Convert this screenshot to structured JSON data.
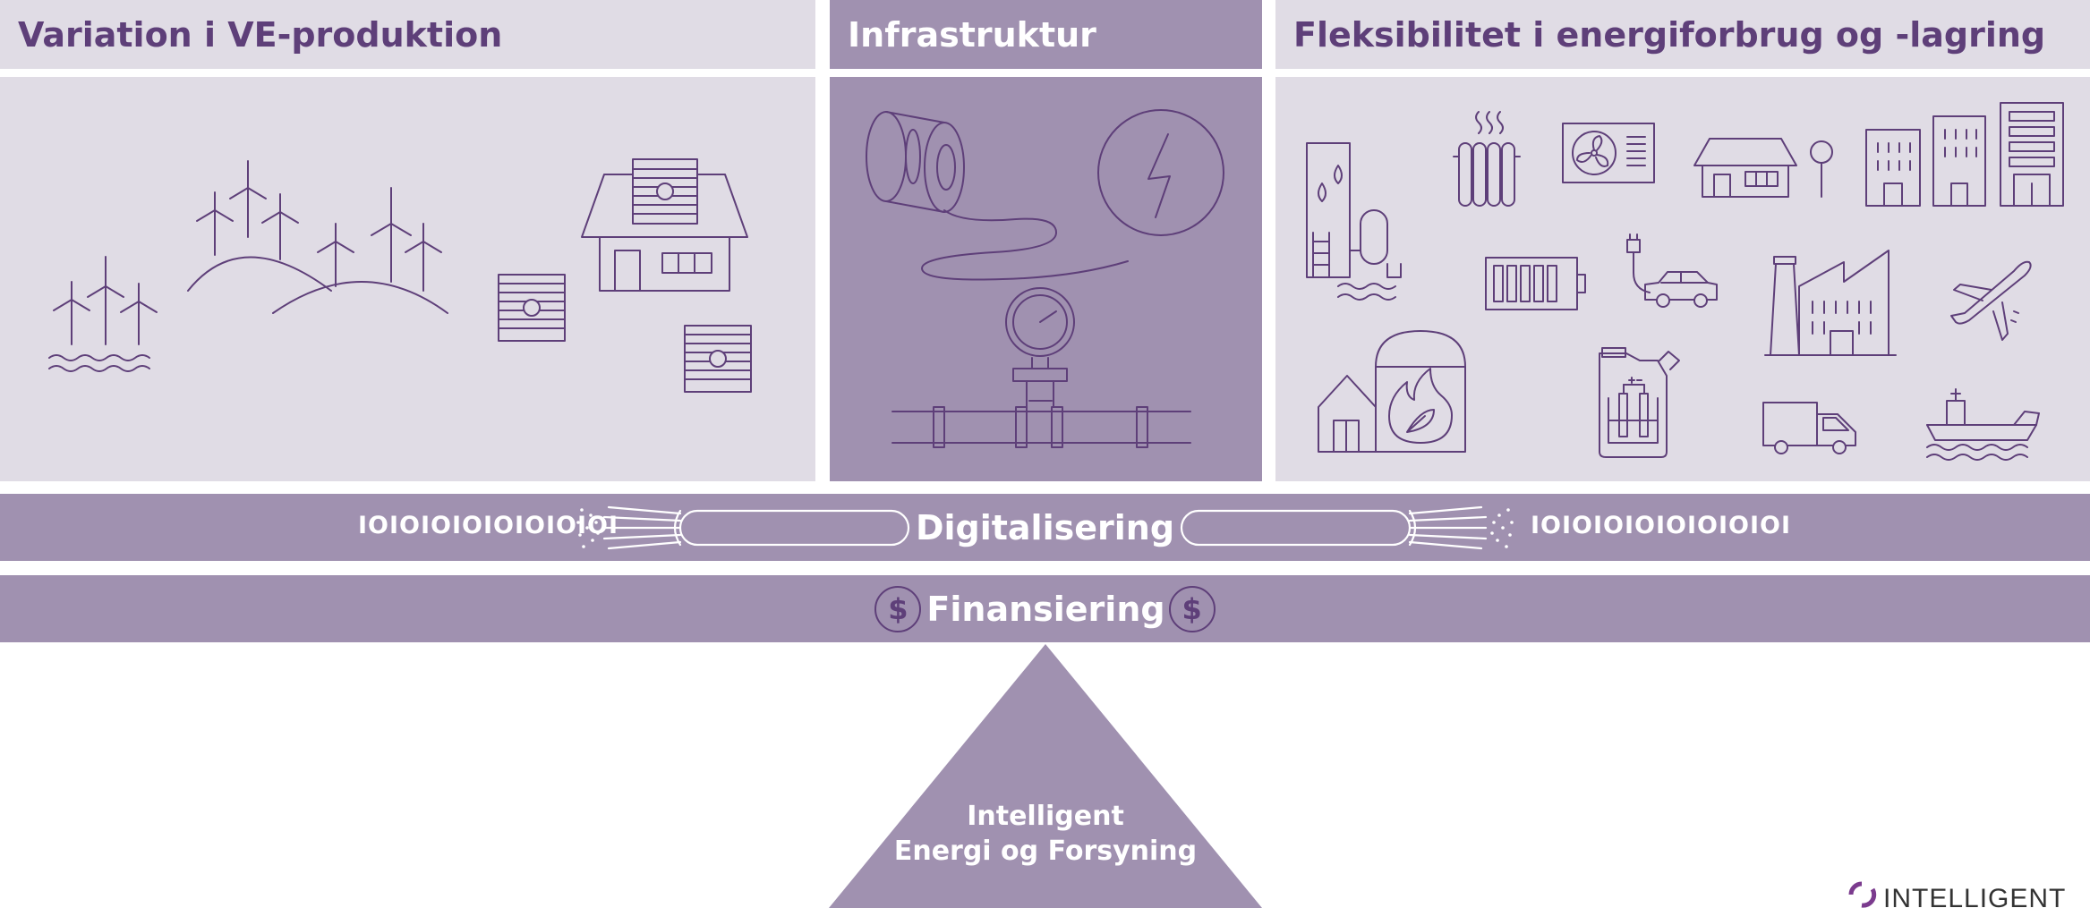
{
  "panels": {
    "variation": {
      "title": "Variation i VE-produktion"
    },
    "infrastructure": {
      "title": "Infrastruktur"
    },
    "flexibility": {
      "title": "Fleksibilitet i energiforbrug og -lagring"
    }
  },
  "bands": {
    "digitalisation": {
      "label": "Digitalisering",
      "binary_left": "IOIOIOIOIOIOIOIOI",
      "binary_right": "IOIOIOIOIOIOIOIOI"
    },
    "financing": {
      "label": "Finansiering",
      "currency_symbol": "$"
    }
  },
  "foundation": {
    "line1": "Intelligent",
    "line2": "Energi og Forsyning"
  },
  "logo": {
    "text": "INTELLIGENT"
  },
  "colors": {
    "light_panel": "#e0dce5",
    "dark_panel": "#a091b0",
    "accent": "#5e3f79",
    "text_on_dark": "#ffffff"
  }
}
